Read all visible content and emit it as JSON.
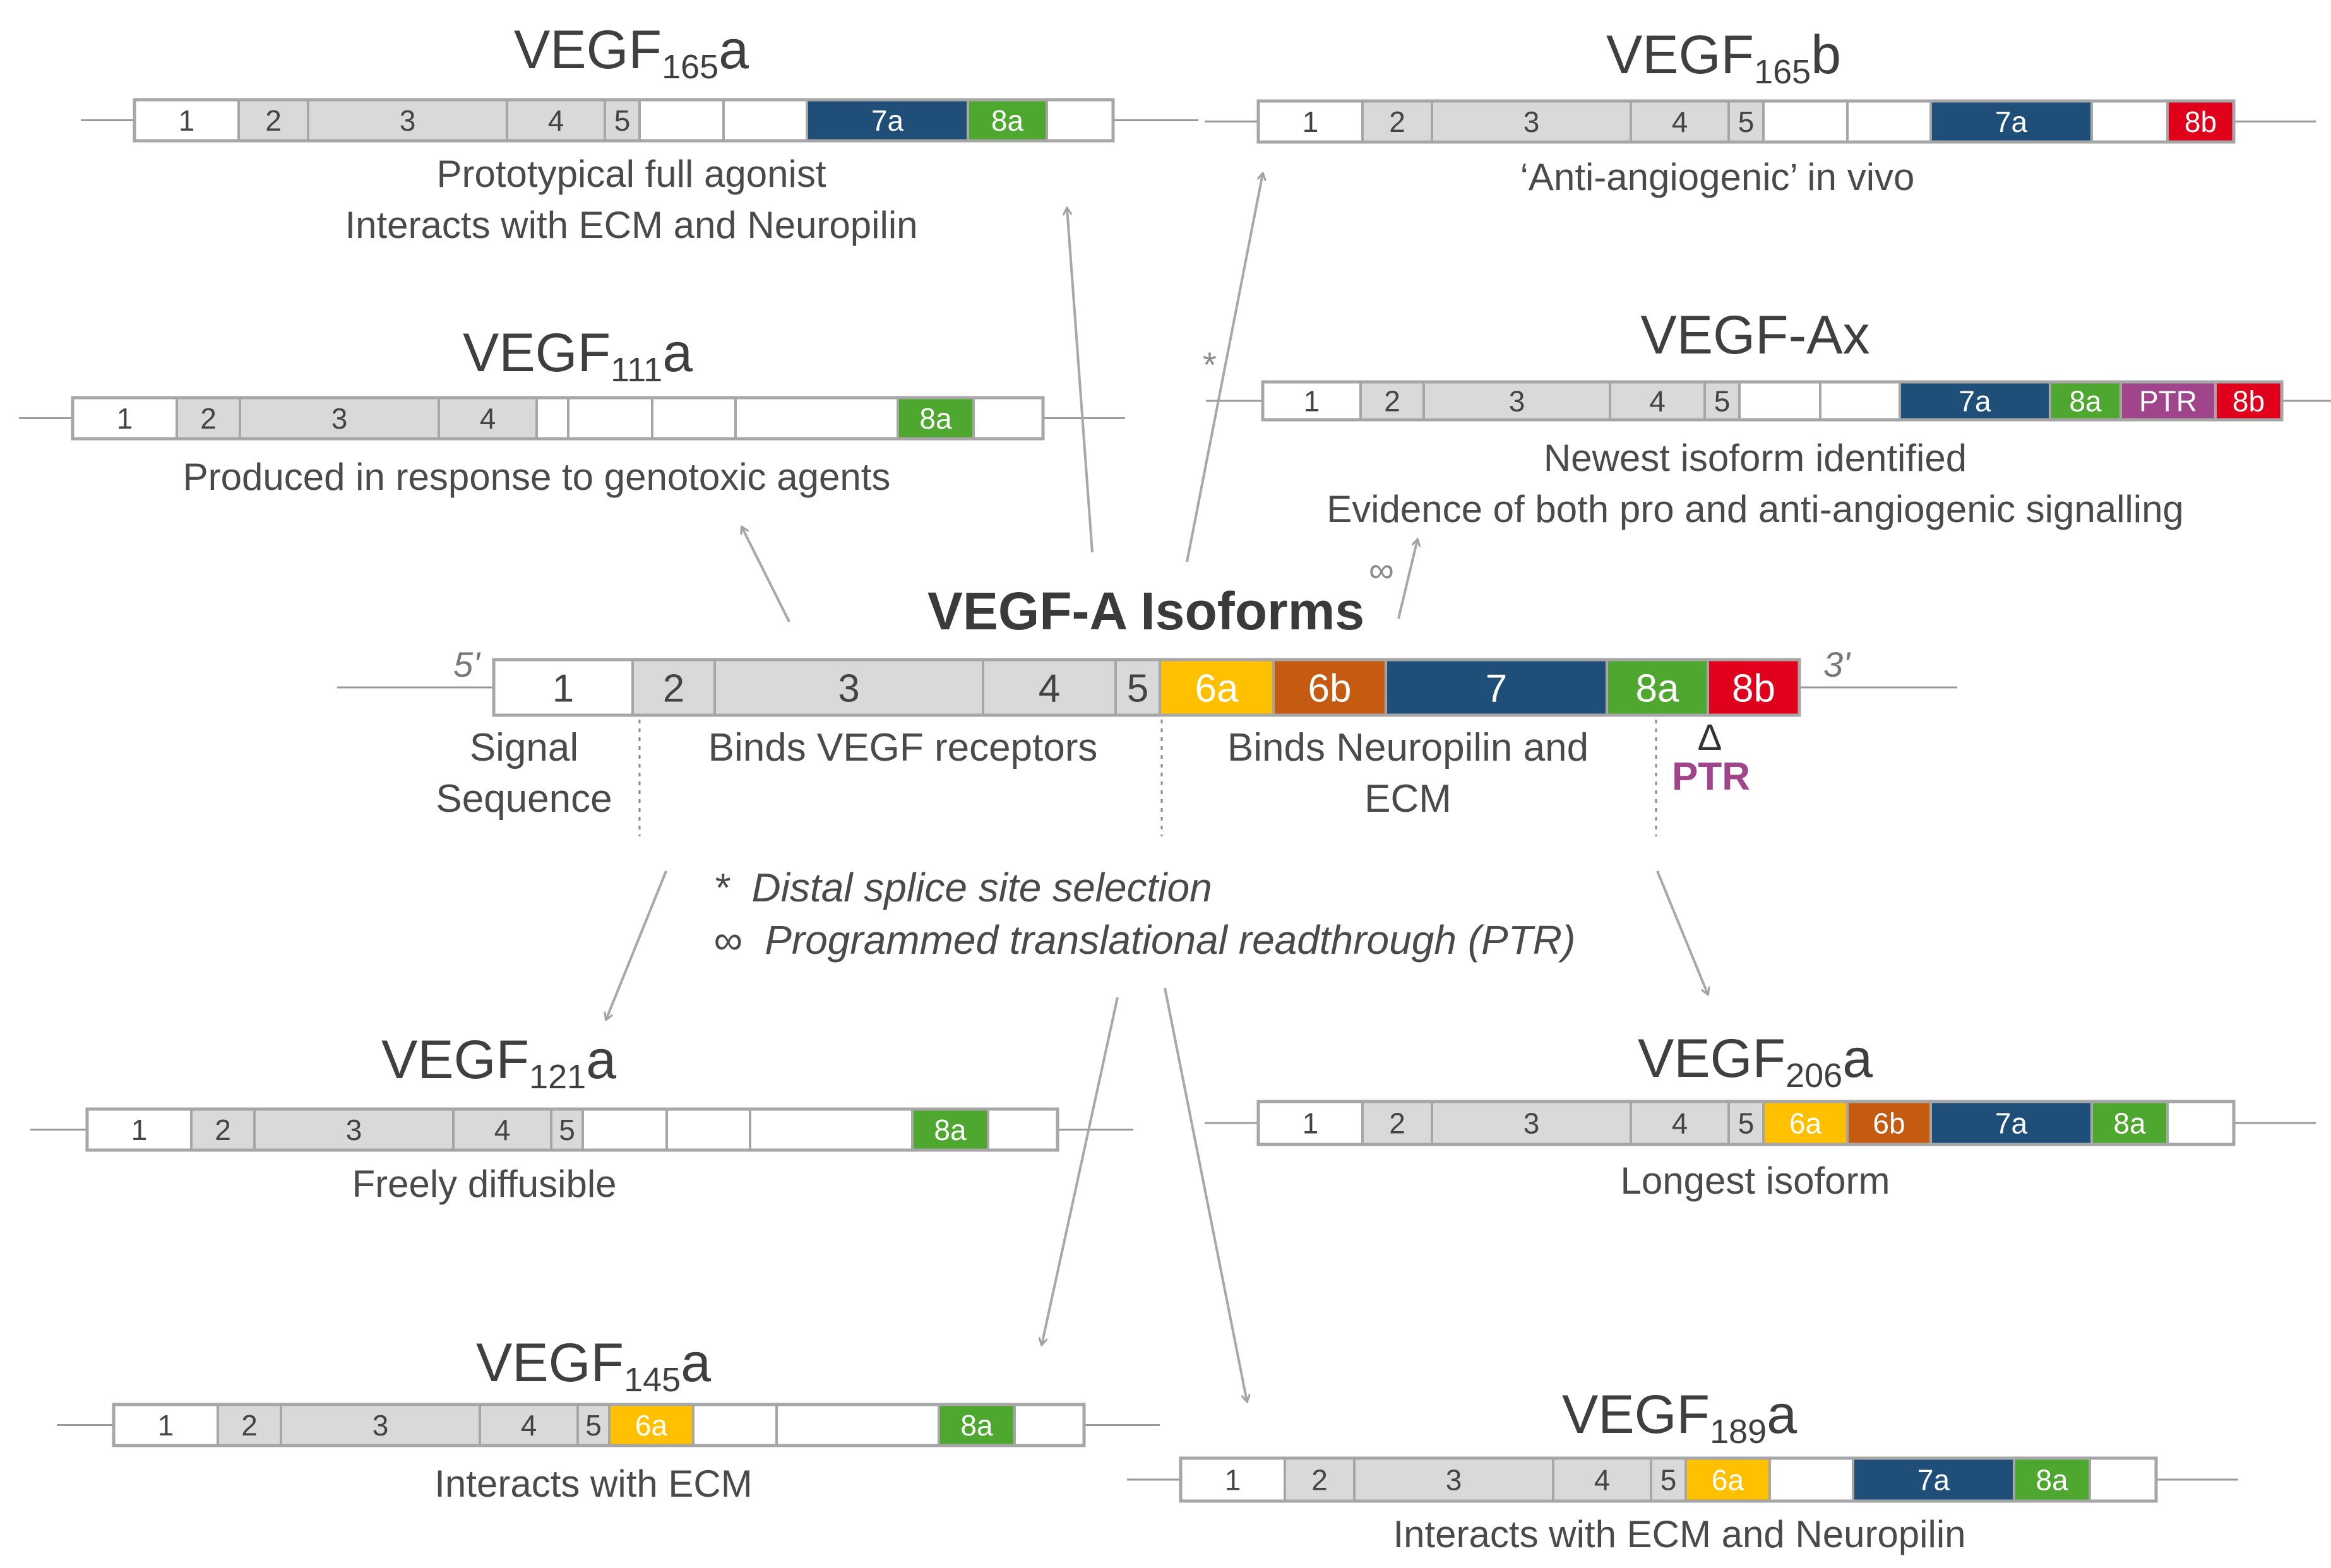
{
  "title": "VEGF-A Isoforms",
  "colors": {
    "white": "#ffffff",
    "gray": "#d9d9d9",
    "yellow": "#ffc000",
    "orange": "#c55a11",
    "blue": "#1f4e79",
    "green": "#4ea72e",
    "red": "#e0001b",
    "purple": "#a0458c",
    "outline": "#a6a6a6",
    "line": "#999999"
  },
  "main_gene": {
    "five_prime": "5'",
    "three_prime": "3'",
    "exons": [
      {
        "label": "1",
        "color": "white"
      },
      {
        "label": "2",
        "color": "gray"
      },
      {
        "label": "3",
        "color": "gray"
      },
      {
        "label": "4",
        "color": "gray"
      },
      {
        "label": "5",
        "color": "gray"
      },
      {
        "label": "6a",
        "color": "yellow"
      },
      {
        "label": "6b",
        "color": "orange"
      },
      {
        "label": "7",
        "color": "blue"
      },
      {
        "label": "8a",
        "color": "green"
      },
      {
        "label": "8b",
        "color": "red"
      }
    ],
    "regions": {
      "signal": [
        "Signal",
        "Sequence"
      ],
      "receptors": "Binds VEGF receptors",
      "neuropilin": [
        "Binds Neuropilin and",
        "ECM"
      ]
    },
    "delta": "Δ",
    "ptr": "PTR"
  },
  "legend": {
    "star_symbol": "*",
    "star_text": "Distal splice site selection",
    "inf_symbol": "∞",
    "inf_text": "Programmed translational readthrough (PTR)"
  },
  "arrow_marks": {
    "star": "*",
    "inf": "∞"
  },
  "isoforms": [
    {
      "id": "165a",
      "name": "VEGF",
      "sub": "165",
      "suffix": "a",
      "description": [
        "Prototypical full agonist",
        "Interacts with ECM and Neuropilin"
      ],
      "exons": [
        {
          "label": "1",
          "color": "white"
        },
        {
          "label": "2",
          "color": "gray"
        },
        {
          "label": "3",
          "color": "gray"
        },
        {
          "label": "4",
          "color": "gray"
        },
        {
          "label": "5",
          "color": "gray"
        },
        {
          "label": "",
          "color": "white"
        },
        {
          "label": "",
          "color": "white"
        },
        {
          "label": "7a",
          "color": "blue"
        },
        {
          "label": "8a",
          "color": "green"
        },
        {
          "label": "",
          "color": "white"
        }
      ]
    },
    {
      "id": "165b",
      "name": "VEGF",
      "sub": "165",
      "suffix": "b",
      "description": [
        "‘Anti-angiogenic’ in vivo"
      ],
      "exons": [
        {
          "label": "1",
          "color": "white"
        },
        {
          "label": "2",
          "color": "gray"
        },
        {
          "label": "3",
          "color": "gray"
        },
        {
          "label": "4",
          "color": "gray"
        },
        {
          "label": "5",
          "color": "gray"
        },
        {
          "label": "",
          "color": "white"
        },
        {
          "label": "",
          "color": "white"
        },
        {
          "label": "7a",
          "color": "blue"
        },
        {
          "label": "",
          "color": "white"
        },
        {
          "label": "8b",
          "color": "red"
        }
      ]
    },
    {
      "id": "111a",
      "name": "VEGF",
      "sub": "111",
      "suffix": "a",
      "description": [
        "Produced in response to genotoxic agents"
      ],
      "exons": [
        {
          "label": "1",
          "color": "white"
        },
        {
          "label": "2",
          "color": "gray"
        },
        {
          "label": "3",
          "color": "gray"
        },
        {
          "label": "4",
          "color": "gray"
        },
        {
          "label": "",
          "color": "white"
        },
        {
          "label": "",
          "color": "white"
        },
        {
          "label": "",
          "color": "white"
        },
        {
          "label": "",
          "color": "white"
        },
        {
          "label": "8a",
          "color": "green"
        },
        {
          "label": "",
          "color": "white"
        }
      ]
    },
    {
      "id": "Ax",
      "name": "VEGF-Ax",
      "sub": "",
      "suffix": "",
      "description": [
        "Newest isoform identified",
        "Evidence of both pro and anti-angiogenic signalling"
      ],
      "exons": [
        {
          "label": "1",
          "color": "white"
        },
        {
          "label": "2",
          "color": "gray"
        },
        {
          "label": "3",
          "color": "gray"
        },
        {
          "label": "4",
          "color": "gray"
        },
        {
          "label": "5",
          "color": "gray"
        },
        {
          "label": "",
          "color": "white"
        },
        {
          "label": "",
          "color": "white"
        },
        {
          "label": "7a",
          "color": "blue"
        },
        {
          "label": "8a",
          "color": "green"
        },
        {
          "label": "PTR",
          "color": "purple"
        },
        {
          "label": "8b",
          "color": "red"
        }
      ]
    },
    {
      "id": "121a",
      "name": "VEGF",
      "sub": "121",
      "suffix": "a",
      "description": [
        "Freely diffusible"
      ],
      "exons": [
        {
          "label": "1",
          "color": "white"
        },
        {
          "label": "2",
          "color": "gray"
        },
        {
          "label": "3",
          "color": "gray"
        },
        {
          "label": "4",
          "color": "gray"
        },
        {
          "label": "5",
          "color": "gray"
        },
        {
          "label": "",
          "color": "white"
        },
        {
          "label": "",
          "color": "white"
        },
        {
          "label": "",
          "color": "white"
        },
        {
          "label": "8a",
          "color": "green"
        },
        {
          "label": "",
          "color": "white"
        }
      ]
    },
    {
      "id": "206a",
      "name": "VEGF",
      "sub": "206",
      "suffix": "a",
      "description": [
        "Longest isoform"
      ],
      "exons": [
        {
          "label": "1",
          "color": "white"
        },
        {
          "label": "2",
          "color": "gray"
        },
        {
          "label": "3",
          "color": "gray"
        },
        {
          "label": "4",
          "color": "gray"
        },
        {
          "label": "5",
          "color": "gray"
        },
        {
          "label": "6a",
          "color": "yellow"
        },
        {
          "label": "6b",
          "color": "orange"
        },
        {
          "label": "7a",
          "color": "blue"
        },
        {
          "label": "8a",
          "color": "green"
        },
        {
          "label": "",
          "color": "white"
        }
      ]
    },
    {
      "id": "145a",
      "name": "VEGF",
      "sub": "145",
      "suffix": "a",
      "description": [
        "Interacts with ECM"
      ],
      "exons": [
        {
          "label": "1",
          "color": "white"
        },
        {
          "label": "2",
          "color": "gray"
        },
        {
          "label": "3",
          "color": "gray"
        },
        {
          "label": "4",
          "color": "gray"
        },
        {
          "label": "5",
          "color": "gray"
        },
        {
          "label": "6a",
          "color": "yellow"
        },
        {
          "label": "",
          "color": "white"
        },
        {
          "label": "",
          "color": "white"
        },
        {
          "label": "8a",
          "color": "green"
        },
        {
          "label": "",
          "color": "white"
        }
      ]
    },
    {
      "id": "189a",
      "name": "VEGF",
      "sub": "189",
      "suffix": "a",
      "description": [
        "Interacts with ECM and Neuropilin"
      ],
      "exons": [
        {
          "label": "1",
          "color": "white"
        },
        {
          "label": "2",
          "color": "gray"
        },
        {
          "label": "3",
          "color": "gray"
        },
        {
          "label": "4",
          "color": "gray"
        },
        {
          "label": "5",
          "color": "gray"
        },
        {
          "label": "6a",
          "color": "yellow"
        },
        {
          "label": "",
          "color": "white"
        },
        {
          "label": "7a",
          "color": "blue"
        },
        {
          "label": "8a",
          "color": "green"
        },
        {
          "label": "",
          "color": "white"
        }
      ]
    }
  ]
}
